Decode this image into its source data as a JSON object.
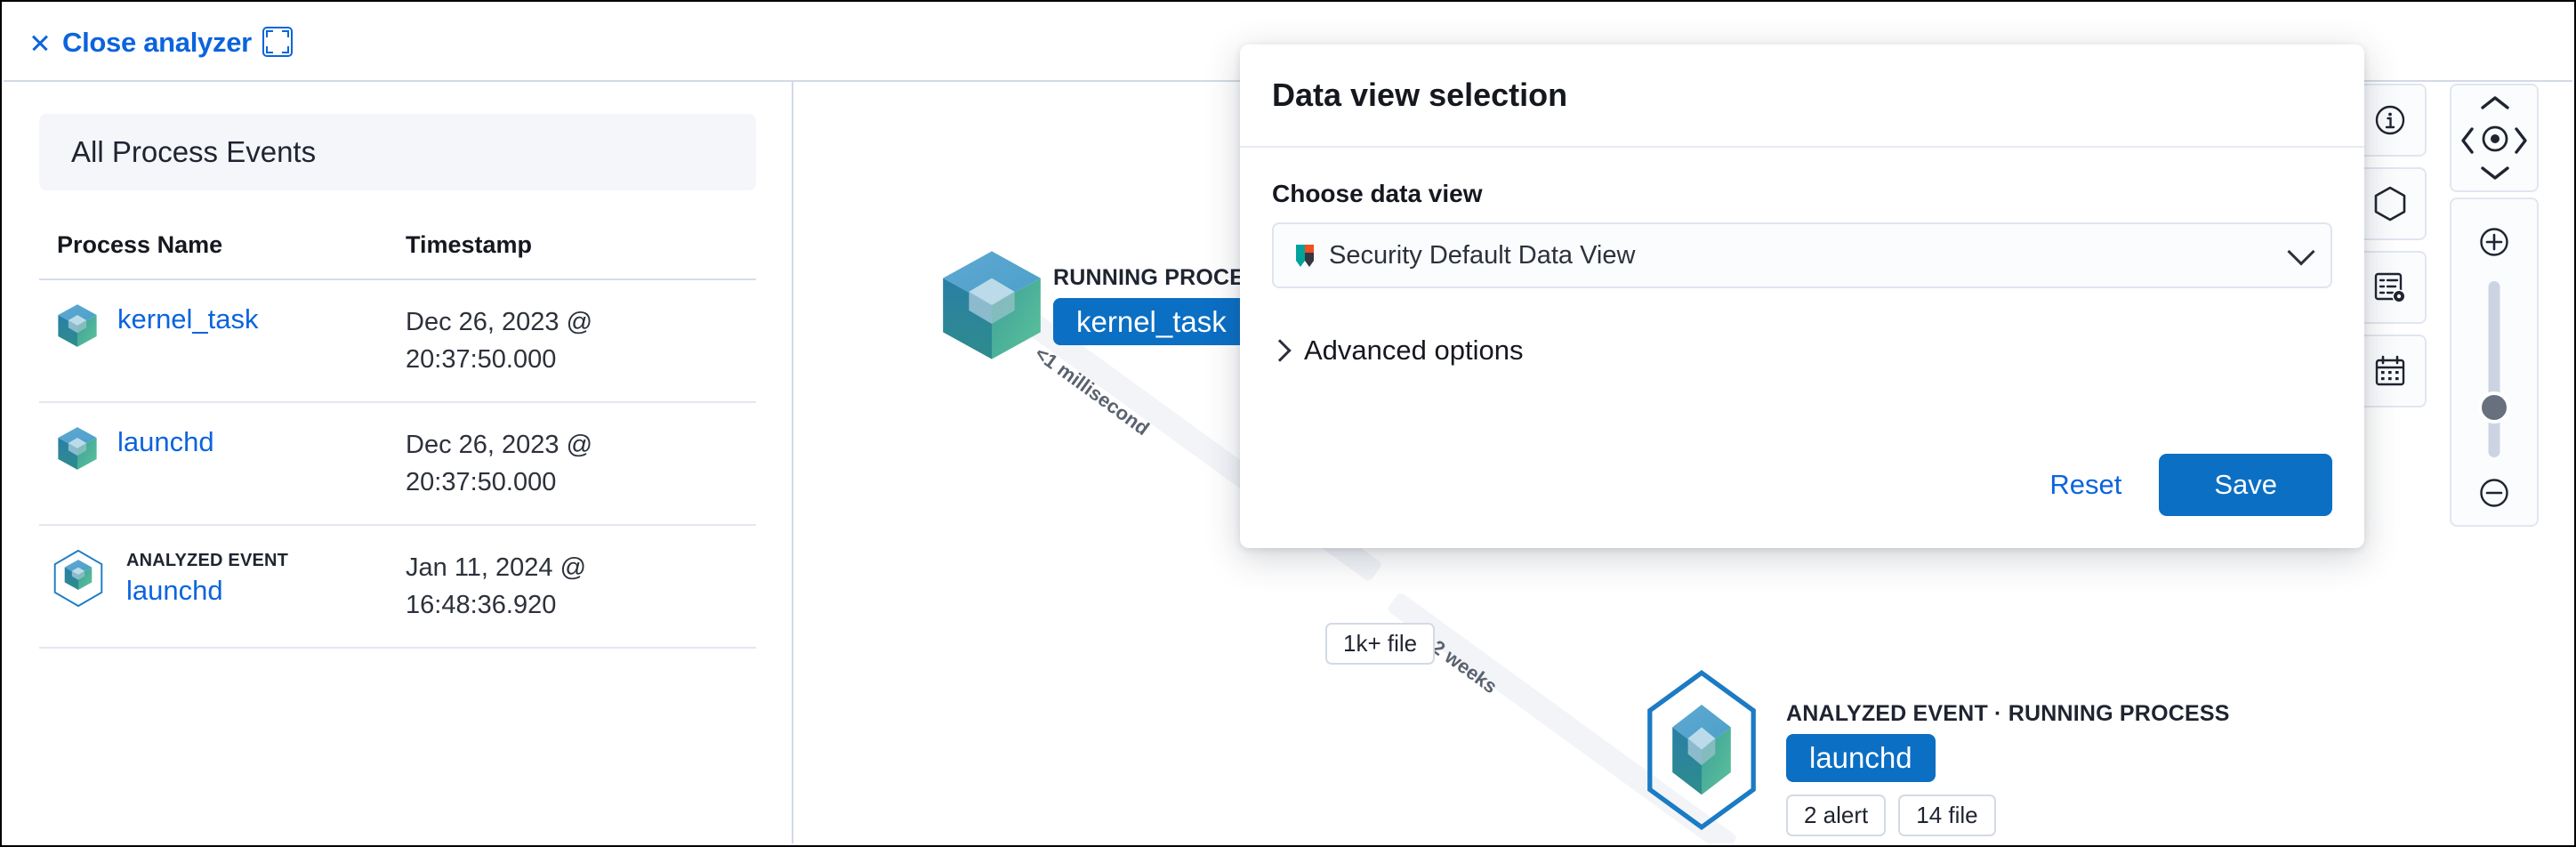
{
  "topbar": {
    "close_label": "Close analyzer",
    "close_icon": "close-icon",
    "fullscreen_icon": "fullscreen-icon"
  },
  "left_panel": {
    "title": "All Process Events",
    "table": {
      "columns": [
        "Process Name",
        "Timestamp"
      ],
      "rows": [
        {
          "tag": "",
          "process": "kernel_task",
          "timestamp": "Dec 26, 2023 @ 20:37:50.000",
          "analyzed": false
        },
        {
          "tag": "",
          "process": "launchd",
          "timestamp": "Dec 26, 2023 @ 20:37:50.000",
          "analyzed": false
        },
        {
          "tag": "ANALYZED EVENT",
          "process": "launchd",
          "timestamp": "Jan 11, 2024 @ 16:48:36.920",
          "analyzed": true
        }
      ]
    }
  },
  "graph": {
    "nodes": [
      {
        "kind": "RUNNING PROCESS",
        "name": "kernel_task",
        "analyzed": false,
        "badges": []
      },
      {
        "kind": "ANALYZED EVENT · RUNNING PROCESS",
        "name": "launchd",
        "analyzed": true,
        "badges": [
          "2 alert",
          "14 file"
        ]
      }
    ],
    "edge_labels": [
      "<1 millisecond",
      "2 weeks"
    ],
    "floating_badges": [
      "1k+ file"
    ]
  },
  "modal": {
    "title": "Data view selection",
    "field_label": "Choose data view",
    "selected_data_view": "Security Default Data View",
    "data_view_icon": "security-shield-icon",
    "advanced_label": "Advanced options",
    "advanced_icon": "chevron-right-icon",
    "dropdown_icon": "chevron-down-icon",
    "reset_label": "Reset",
    "save_label": "Save"
  },
  "controls": {
    "left_rail": [
      {
        "icon": "info-circle-icon",
        "name": "info-button"
      },
      {
        "icon": "hexagon-icon",
        "name": "node-legend-button"
      },
      {
        "icon": "list-settings-icon",
        "name": "schema-settings-button"
      },
      {
        "icon": "calendar-icon",
        "name": "date-picker-button"
      }
    ],
    "pad": {
      "up_icon": "chevron-up-icon",
      "down_icon": "chevron-down-icon",
      "left_icon": "chevron-left-icon",
      "right_icon": "chevron-right-icon",
      "center_icon": "center-target-icon"
    },
    "zoom": {
      "in_icon": "plus-circle-icon",
      "out_icon": "minus-circle-icon",
      "slider_name": "zoom-slider"
    }
  },
  "colors": {
    "link": "#0b64dd",
    "pill": "#0b6fc4",
    "border": "#d3dae6",
    "panel_bg": "#f4f6fa",
    "text": "#1f2430"
  }
}
